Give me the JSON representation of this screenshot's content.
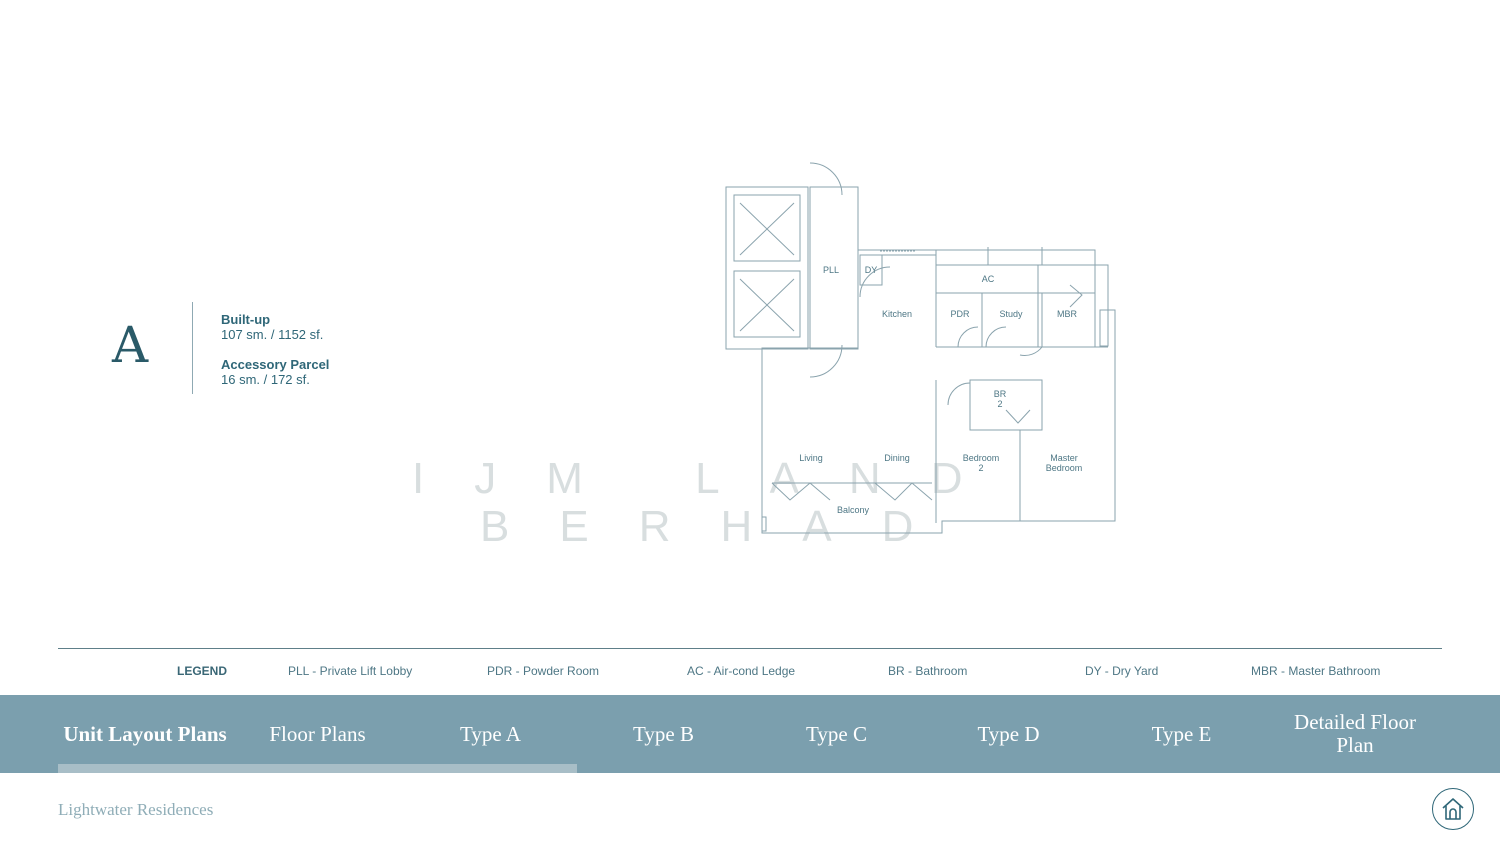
{
  "unit": {
    "letter": "A",
    "built_up_label": "Built-up",
    "built_up_value": "107 sm. / 1152 sf.",
    "accessory_label": "Accessory Parcel",
    "accessory_value": "16 sm. / 172 sf."
  },
  "plan_labels": {
    "pll": "PLL",
    "dy": "DY",
    "ac": "AC",
    "kitchen": "Kitchen",
    "pdr": "PDR",
    "study": "Study",
    "mbr": "MBR",
    "br2_a": "BR",
    "br2_b": "2",
    "living": "Living",
    "dining": "Dining",
    "bedroom2_a": "Bedroom",
    "bedroom2_b": "2",
    "master_a": "Master",
    "master_b": "Bedroom",
    "balcony": "Balcony"
  },
  "watermark": {
    "line1": "IJM LAND",
    "line2": "BERHAD"
  },
  "legend": {
    "title": "LEGEND",
    "items": [
      "PLL - Private Lift Lobby",
      "PDR - Powder Room",
      "AC - Air-cond Ledge",
      "BR - Bathroom",
      "DY - Dry Yard",
      "MBR - Master Bathroom"
    ]
  },
  "nav": {
    "items": [
      "Unit Layout Plans",
      "Floor Plans",
      "Type A",
      "Type B",
      "Type C",
      "Type D",
      "Type E",
      "Detailed Floor Plan"
    ],
    "active": "Unit Layout Plans"
  },
  "footer": {
    "title": "Lightwater Residences",
    "home_icon": "home-icon"
  },
  "colors": {
    "nav_bg": "#7b9fae",
    "accent": "#2f6778",
    "plan_line": "#8aa3ad"
  }
}
